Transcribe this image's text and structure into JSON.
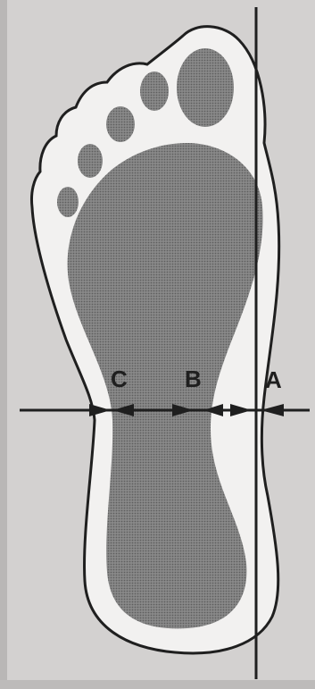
{
  "diagram": {
    "labels": {
      "a": "A",
      "b": "B",
      "c": "C"
    },
    "colors": {
      "background": "#d3d1d0",
      "foot_fill": "#f2f1f0",
      "outline": "#1f1f1f",
      "footprint_shading": "#7b7b7b"
    }
  }
}
